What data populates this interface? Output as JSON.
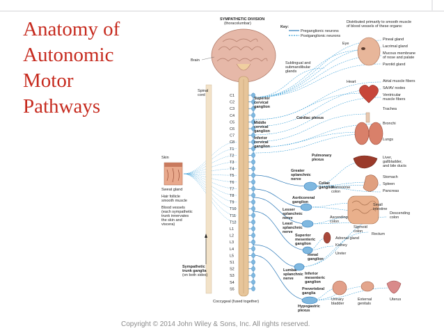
{
  "slide": {
    "title_lines": [
      "Anatomy of",
      "Autonomic",
      "Motor",
      "Pathways"
    ],
    "copyright": "Copyright © 2014 John Wiley & Sons, Inc. All rights reserved."
  },
  "diagram": {
    "header_line1": "SYMPATHETIC DIVISION",
    "header_line2": "(thoracolumbar)",
    "key_title": "Key:",
    "key_pre": "Preganglionic neurons",
    "key_post": "Postganglionic neurons",
    "distributed_line1": "Distributed primarily to smooth muscle",
    "distributed_line2": "of blood vessels of these organs:",
    "brain": "Brain",
    "spinal_cord_line1": "Spinal",
    "spinal_cord_line2": "cord",
    "segments": [
      "C1",
      "C2",
      "C3",
      "C4",
      "C5",
      "C6",
      "C7",
      "C8",
      "T1",
      "T2",
      "T3",
      "T4",
      "T5",
      "T6",
      "T7",
      "T8",
      "T9",
      "T10",
      "T11",
      "T12",
      "L1",
      "L2",
      "L3",
      "L4",
      "L5",
      "S1",
      "S2",
      "S3",
      "S4",
      "S5"
    ],
    "ganglia": {
      "superior_cervical": [
        "Superior",
        "cervical",
        "ganglion"
      ],
      "middle_cervical": [
        "Middle",
        "cervical",
        "ganglion"
      ],
      "inferior_cervical": [
        "Inferior",
        "cervical",
        "ganglion"
      ],
      "cardiac_plexus": "Cardiac plexus",
      "pulmonary_plexus": [
        "Pulmonary",
        "plexus"
      ],
      "greater_splanchnic": [
        "Greater",
        "splanchnic",
        "nerve"
      ],
      "celiac_ganglion": [
        "Celiac",
        "ganglion"
      ],
      "aorticorenal": [
        "Aorticorenal",
        "ganglion"
      ],
      "lesser_splanchnic": [
        "Lesser",
        "splanchnic",
        "nerve"
      ],
      "least_splanchnic": [
        "Least",
        "splanchnic",
        "nerve"
      ],
      "superior_mesenteric": [
        "Superior",
        "mesenteric",
        "ganglion"
      ],
      "renal_ganglion": [
        "Renal",
        "ganglion"
      ],
      "lumbar_splanchnic": [
        "Lumbar",
        "splanchnic",
        "nerve"
      ],
      "inferior_mesenteric": [
        "Inferior",
        "mesenteric",
        "ganglion"
      ],
      "prevertebral": [
        "Prevertebral",
        "ganglia"
      ],
      "hypogastric": [
        "Hypogastric",
        "plexus"
      ]
    },
    "skin_panel": {
      "skin": "Skin",
      "sweat_gland": "Sweat gland",
      "hair_follicle": [
        "Hair follicle",
        "smooth muscle"
      ],
      "blood_vessels": [
        "Blood vessels",
        "(each sympathetic",
        "trunk innervates",
        "the skin and",
        "viscera)"
      ]
    },
    "trunk": [
      "Sympathetic",
      "trunk ganglia",
      "(on both sides)"
    ],
    "coccygeal": "Coccygeal (fused together)",
    "organs": {
      "eye": "Eye",
      "pineal": "Pineal gland",
      "lacrimal": "Lacrimal gland",
      "mucous": [
        "Mucous membrane",
        "of nose and palate"
      ],
      "parotid": "Parotid gland",
      "sublingual": [
        "Sublingual and",
        "submandibular",
        "glands"
      ],
      "heart": "Heart",
      "atrial": "Atrial muscle fibers",
      "sa_av": "SA/AV nodes",
      "ventricular": [
        "Ventricular",
        "muscle fibers"
      ],
      "trachea": "Trachea",
      "bronchi": "Bronchi",
      "lungs": "Lungs",
      "liver": [
        "Liver,",
        "gallbladder,",
        "and bile ducts"
      ],
      "stomach": "Stomach",
      "spleen": "Spleen",
      "pancreas": "Pancreas",
      "transverse_colon": [
        "Transverse",
        "colon"
      ],
      "small_intestine": [
        "Small",
        "intestine"
      ],
      "descending_colon": [
        "Descending",
        "colon"
      ],
      "ascending_colon": [
        "Ascending",
        "colon"
      ],
      "sigmoid_colon": [
        "Sigmoid",
        "colon"
      ],
      "rectum": "Rectum",
      "adrenal": "Adrenal gland",
      "kidney": "Kidney",
      "ureter": "Ureter",
      "urinary_bladder": [
        "Urinary",
        "bladder"
      ],
      "external_genitals": [
        "External",
        "genitals"
      ],
      "uterus": "Uterus"
    },
    "colors": {
      "title_red": "#c62a1e",
      "preganglionic": "#2a78b8",
      "postganglionic": "#3aa0d8",
      "cord": "#e7c59a",
      "ganglion": "#7fb8e0",
      "organ": "#d9806a"
    }
  }
}
